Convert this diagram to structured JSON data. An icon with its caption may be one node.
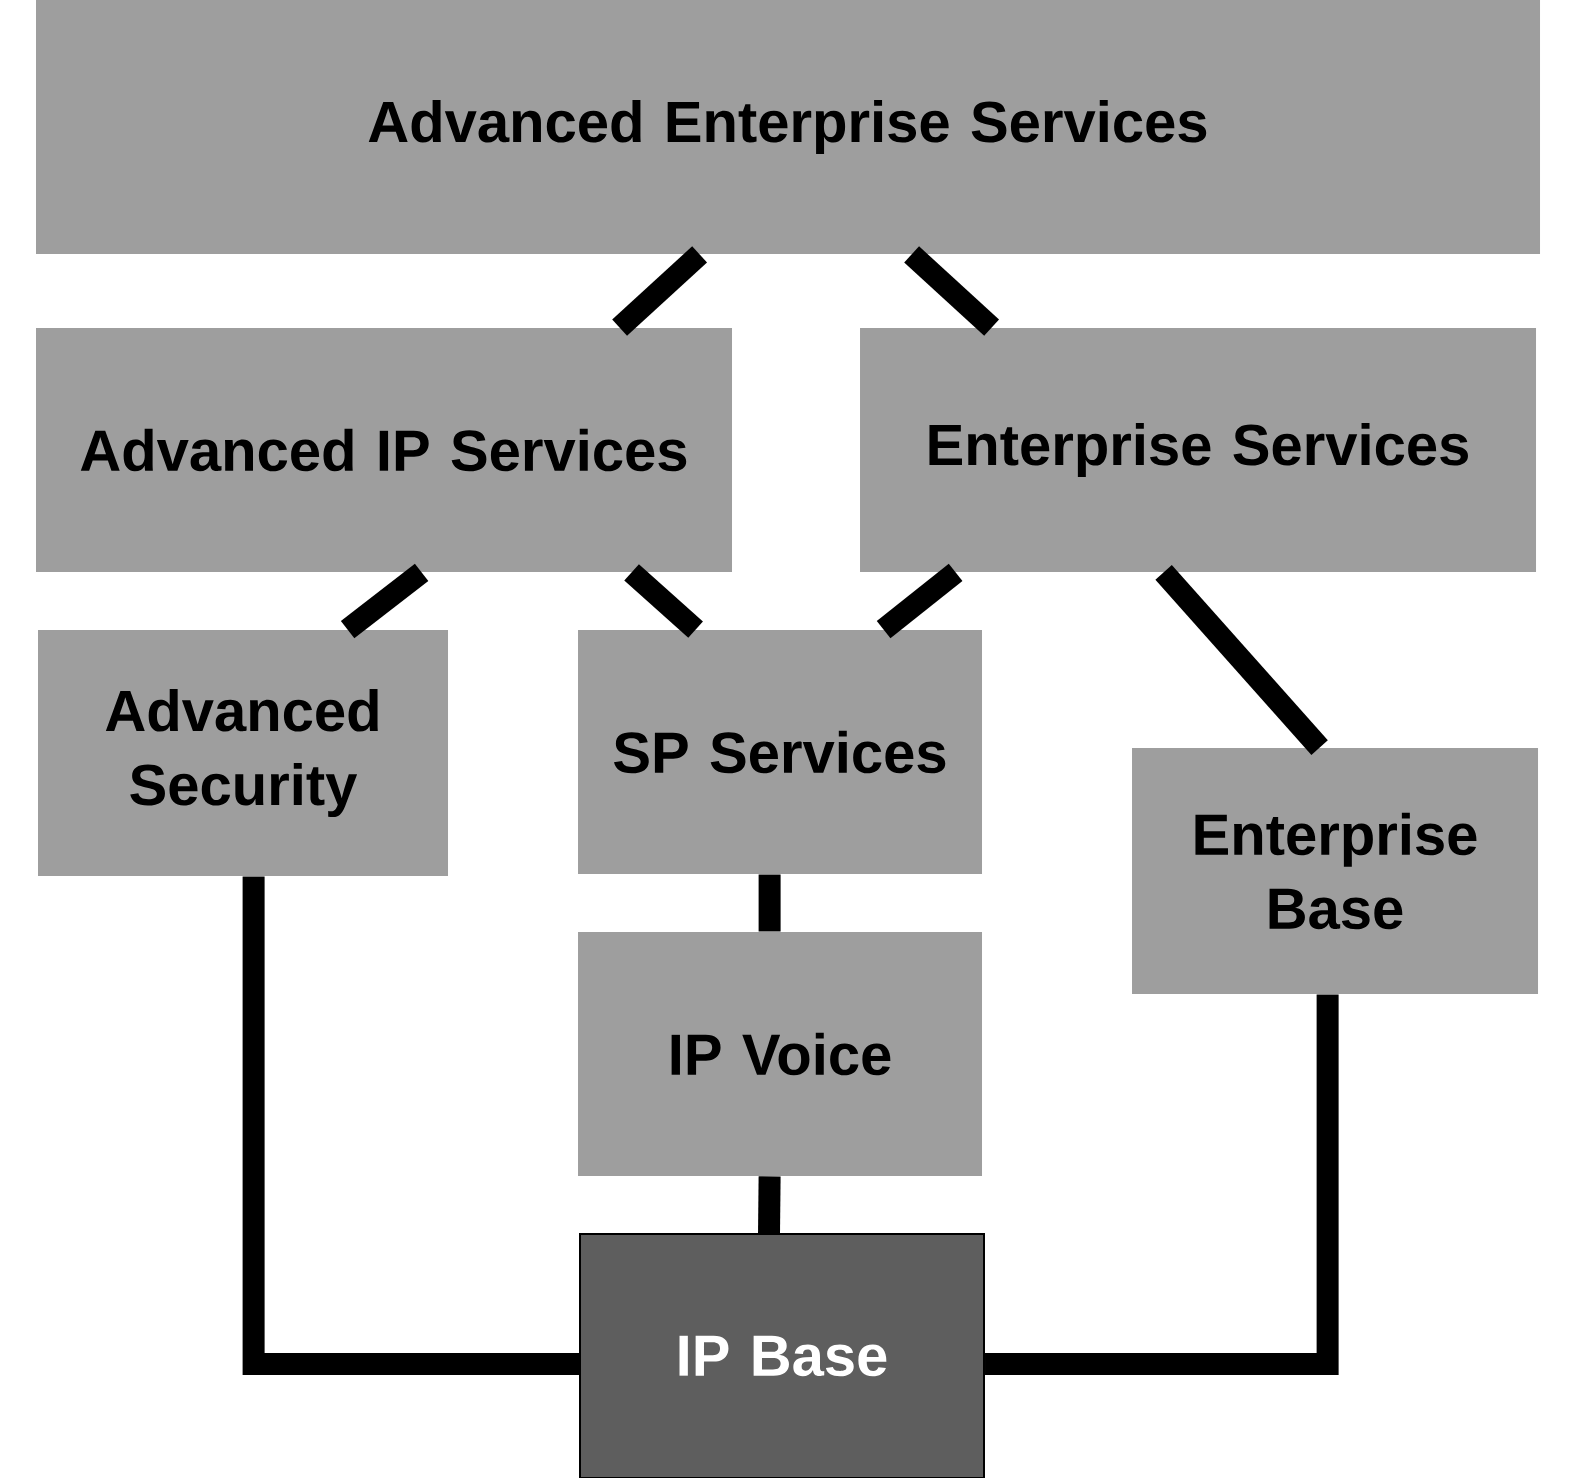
{
  "diagram": {
    "nodes": [
      {
        "text": [
          "Advanced Enterprise Services"
        ]
      },
      {
        "text": [
          "Advanced IP Services"
        ]
      },
      {
        "text": [
          "Enterprise Services"
        ]
      },
      {
        "text": [
          "Advanced Security"
        ]
      },
      {
        "text": [
          "SP Services"
        ]
      },
      {
        "text": [
          "Enterprise Base"
        ]
      },
      {
        "text": [
          "IP Voice"
        ]
      },
      {
        "text": [
          "IP Base"
        ]
      }
    ],
    "edges": [
      {
        "from": 0,
        "to": 1,
        "arrow": "none"
      },
      {
        "from": 0,
        "to": 2,
        "arrow": "none"
      },
      {
        "from": 1,
        "to": 3,
        "arrow": "none"
      },
      {
        "from": 1,
        "to": 4,
        "arrow": "none"
      },
      {
        "from": 2,
        "to": 4,
        "arrow": "none"
      },
      {
        "from": 2,
        "to": 5,
        "arrow": "none"
      },
      {
        "from": 4,
        "to": 6,
        "arrow": "none"
      },
      {
        "from": 6,
        "to": 7,
        "arrow": "none"
      },
      {
        "from": 3,
        "to": 7,
        "arrow": "none"
      },
      {
        "from": 5,
        "to": 7,
        "arrow": "none"
      }
    ]
  }
}
